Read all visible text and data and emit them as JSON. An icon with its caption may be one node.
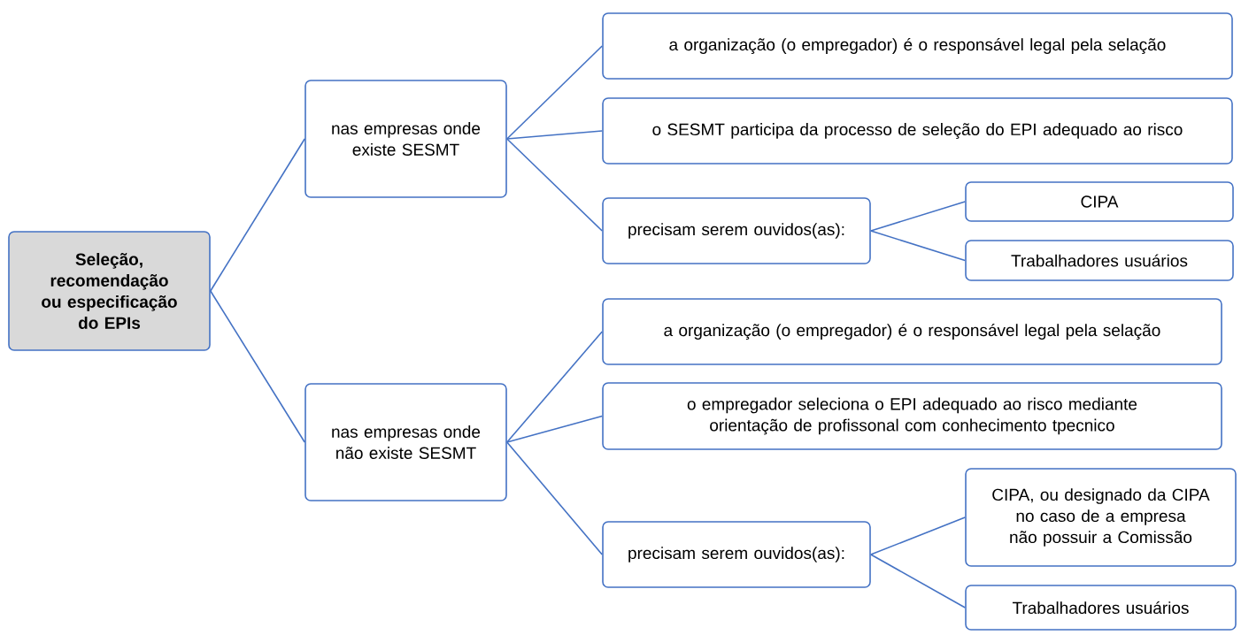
{
  "diagram": {
    "nodes": [
      {
        "text": [
          "Seleção, recomendação ou especificação do EPIs"
        ]
      },
      {
        "text": [
          "nas empresas onde existe SESMT"
        ]
      },
      {
        "text": [
          "a organização (o empregador) é o responsável legal pela selação"
        ]
      },
      {
        "text": [
          "o SESMT participa da processo de seleção do EPI adequado ao risco"
        ]
      },
      {
        "text": [
          "precisam serem ouvidos(as):"
        ]
      },
      {
        "text": [
          "CIPA"
        ]
      },
      {
        "text": [
          "Trabalhadores usuários"
        ]
      },
      {
        "text": [
          "nas empresas onde não existe SESMT"
        ]
      },
      {
        "text": [
          "a organização (o empregador) é o responsável legal pela selação"
        ]
      },
      {
        "text": [
          "o empregador seleciona o EPI adequado ao risco mediante orientação de profissonal com conhecimento tpecnico"
        ]
      },
      {
        "text": [
          "precisam serem ouvidos(as):"
        ]
      },
      {
        "text": [
          "CIPA, ou designado da CIPA no caso de a empresa não possuir a Comissão"
        ]
      },
      {
        "text": [
          "Trabalhadores usuários"
        ]
      }
    ],
    "edges": [
      {
        "from": 0,
        "to": 1,
        "arrow": "none"
      },
      {
        "from": 0,
        "to": 7,
        "arrow": "none"
      },
      {
        "from": 1,
        "to": 2,
        "arrow": "none"
      },
      {
        "from": 1,
        "to": 3,
        "arrow": "none"
      },
      {
        "from": 1,
        "to": 4,
        "arrow": "none"
      },
      {
        "from": 4,
        "to": 5,
        "arrow": "none"
      },
      {
        "from": 4,
        "to": 6,
        "arrow": "none"
      },
      {
        "from": 7,
        "to": 8,
        "arrow": "none"
      },
      {
        "from": 7,
        "to": 9,
        "arrow": "none"
      },
      {
        "from": 7,
        "to": 10,
        "arrow": "none"
      },
      {
        "from": 10,
        "to": 11,
        "arrow": "none"
      },
      {
        "from": 10,
        "to": 12,
        "arrow": "none"
      }
    ]
  }
}
